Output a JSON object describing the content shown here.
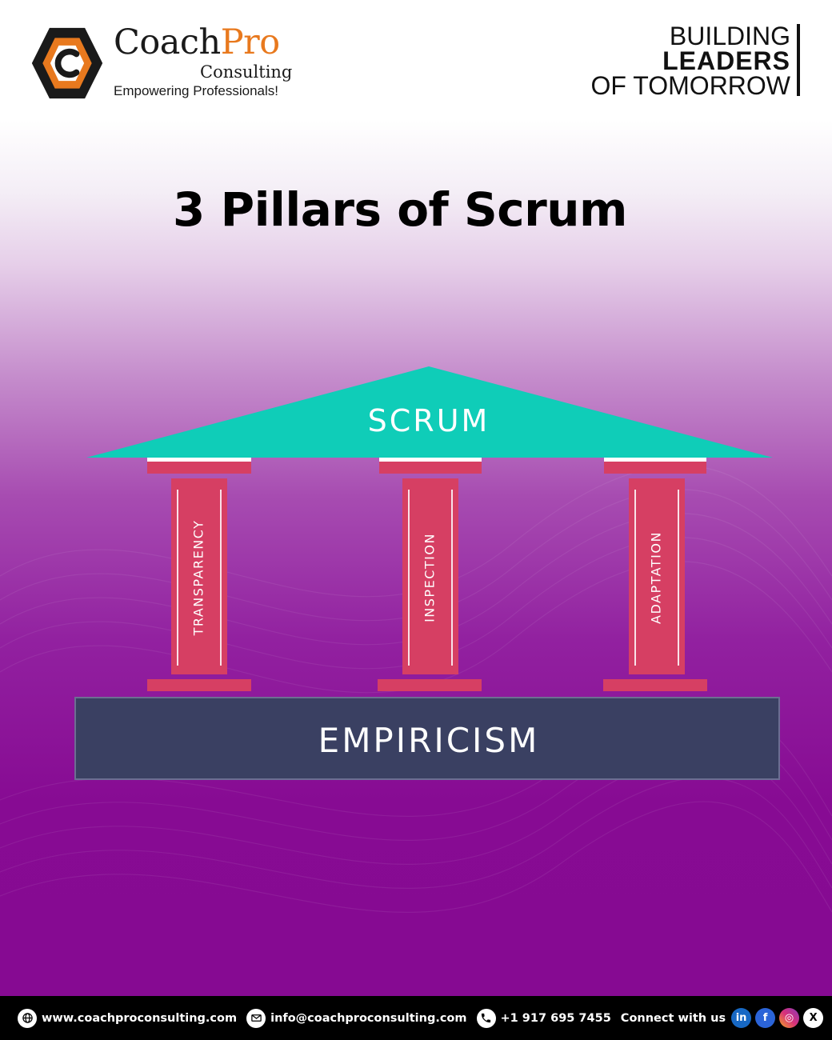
{
  "header": {
    "brand_first": "Coach",
    "brand_second": "Pro",
    "brand_sub": "Consulting",
    "tagline": "Empowering Professionals!",
    "slogan": [
      "BUILDING",
      "LEADERS",
      "OF TOMORROW"
    ]
  },
  "title": "3 Pillars of Scrum",
  "diagram": {
    "roof": "SCRUM",
    "pillars": [
      "TRANSPARENCY",
      "INSPECTION",
      "ADAPTATION"
    ],
    "base": "EMPIRICISM"
  },
  "colors": {
    "roof": "#0fcdb8",
    "pillar": "#d63f63",
    "base": "#3a4062",
    "brand_accent": "#e8791e"
  },
  "footer": {
    "website": "www.coachproconsulting.com",
    "email": "info@coachproconsulting.com",
    "phone": "+1 917 695 7455",
    "connect": "Connect with us",
    "social": [
      {
        "icon": "linkedin-icon",
        "glyph": "in",
        "color": "#1768c4"
      },
      {
        "icon": "facebook-icon",
        "glyph": "f",
        "color": "#2b64d8"
      },
      {
        "icon": "instagram-icon",
        "glyph": "◎",
        "color": "#d8307a"
      },
      {
        "icon": "x-icon",
        "glyph": "X",
        "color": "#ffffff"
      }
    ]
  }
}
